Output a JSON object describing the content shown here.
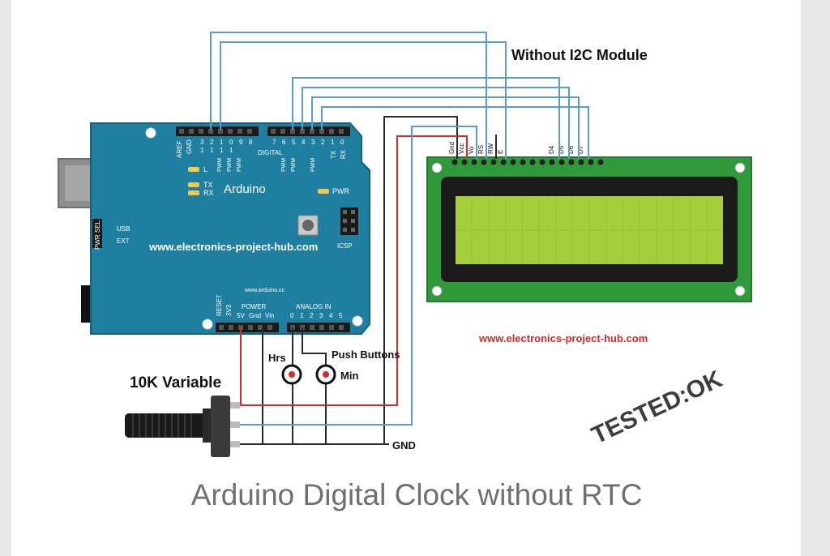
{
  "diagram": {
    "module_note": "Without I2C Module",
    "website": "www.electronics-project-hub.com",
    "stamp": "TESTED:OK",
    "caption": "Arduino Digital Clock without RTC",
    "pot_label": "10K Variable",
    "buttons_label": "Push Buttons",
    "btn_hrs": "Hrs",
    "btn_min": "Min",
    "gnd_label": "GND",
    "arduino": {
      "name": "Arduino",
      "site_on_board": "www.electronics-project-hub.com",
      "small_site": "www.arduino.cc",
      "aref": "AREF",
      "gnd": "GND",
      "digital": "DIGITAL",
      "d_top_left": [
        "3",
        "2",
        "1",
        "0",
        "9",
        "8"
      ],
      "d_top_left2": [
        "1",
        "1",
        "1",
        "1"
      ],
      "d_top_right": [
        "7",
        "6",
        "5",
        "4",
        "3",
        "2",
        "1",
        "0"
      ],
      "pwm": "PWM",
      "tx": "TX",
      "rx": "RX",
      "led_l": "L",
      "pwr": "PWR",
      "usb": "USB",
      "ext": "EXT",
      "pwr_sel": "PWR SEL",
      "icsp": "ICSP",
      "power": "POWER",
      "analog_in": "ANALOG IN",
      "reset": "RESET",
      "v33": "3V3",
      "v5": "5V",
      "gnd2": "Gnd",
      "vin": "Vin",
      "analog_pins": [
        "0",
        "1",
        "2",
        "3",
        "4",
        "5"
      ]
    },
    "lcd": {
      "pin_labels": [
        "Gnd",
        "Vcc",
        "Vo",
        "RS",
        "RW",
        "E",
        "D4",
        "D5",
        "D6",
        "D7"
      ]
    },
    "colors": {
      "board": "#1f7fa1",
      "pcb": "#2f9a3a",
      "lcd_screen": "#a5cf3a",
      "wire_blue": "#5b9bd5",
      "wire_red": "#d42a2a",
      "wire_black": "#2a2a2a",
      "stamp": "#3d3d3d",
      "website": "#d42a2a"
    }
  }
}
